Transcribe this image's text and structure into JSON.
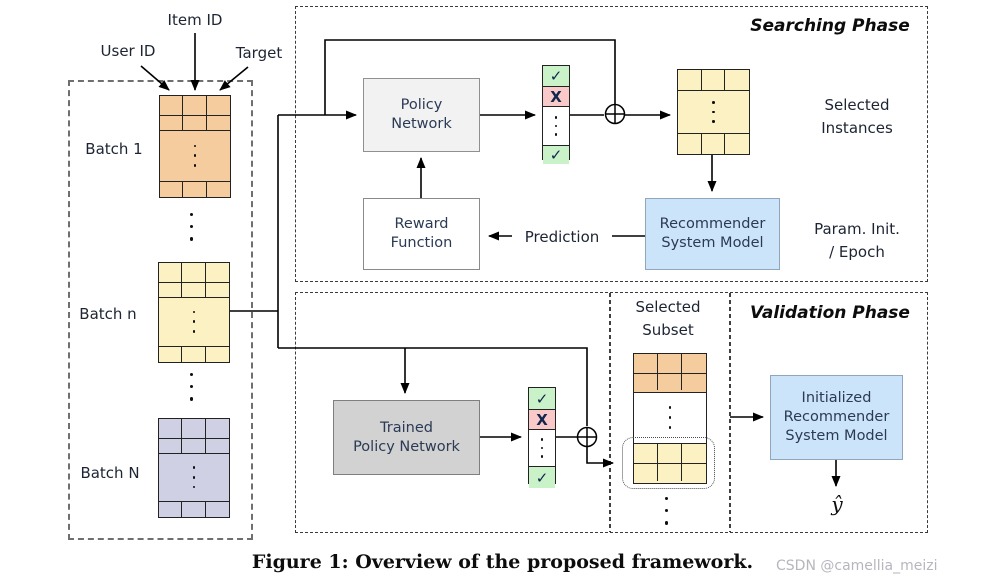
{
  "colors": {
    "orange": "#F4CC9E",
    "yellow": "#FBF1C2",
    "purple": "#D0D0E4",
    "blue": "#CCE4F9",
    "gray-box": "#D2D2D2",
    "light-box": "#F2F2F2",
    "green-cell": "#C9F2C9",
    "pink-cell": "#F9C9C9",
    "text-dark": "#2B3A55"
  },
  "column_labels": {
    "item_id": "Item ID",
    "user_id": "User ID",
    "target": "Target"
  },
  "batches": {
    "batch_1": "Batch 1",
    "batch_n": "Batch n",
    "batch_N": "Batch N"
  },
  "searching": {
    "title": "Searching Phase",
    "policy_network": "Policy\nNetwork",
    "reward_function": "Reward\nFunction",
    "recommender": "Recommender\nSystem Model",
    "prediction": "Prediction",
    "selected_instances": "Selected\nInstances",
    "param_init": "Param. Init.\n/ Epoch",
    "check_top": "✓",
    "cross": "X",
    "check_bottom": "✓"
  },
  "validation": {
    "title": "Validation Phase",
    "trained_policy": "Trained\nPolicy Network",
    "selected_subset": "Selected\nSubset",
    "initialized_recommender": "Initialized\nRecommender\nSystem Model",
    "y_hat": "ŷ",
    "check_top": "✓",
    "cross": "X",
    "check_bottom": "✓"
  },
  "caption": {
    "figure": "Figure 1: Overview of the proposed framework.",
    "watermark": "CSDN @camellia_meizi"
  }
}
